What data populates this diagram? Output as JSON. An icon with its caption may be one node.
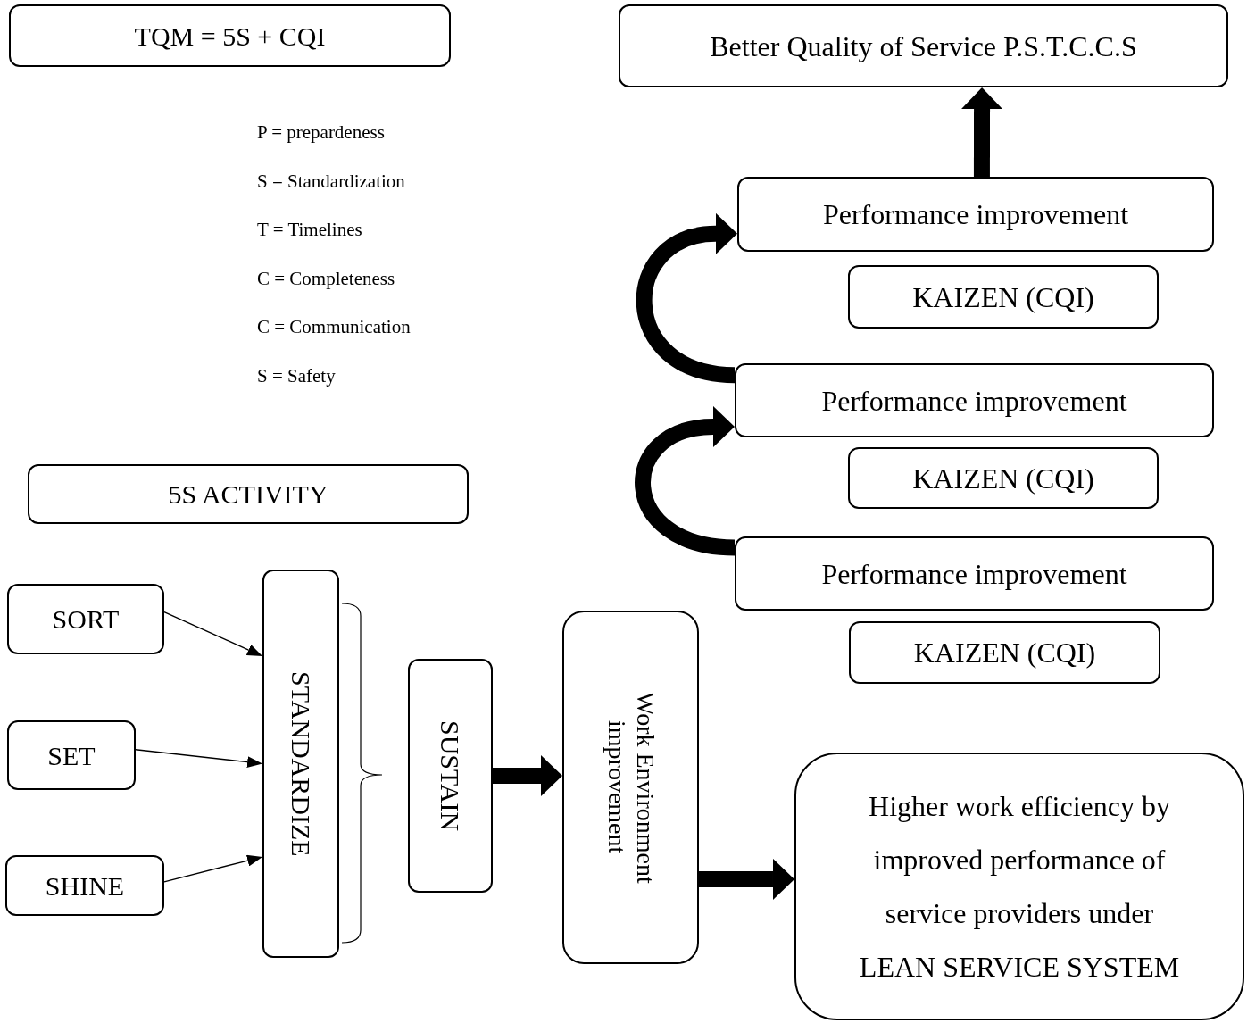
{
  "diagram": {
    "nodes": [
      {
        "text": [
          "TQM = 5S + CQI"
        ]
      },
      {
        "text": [
          "Better Quality of Service P.S.T.C.C.S"
        ]
      },
      {
        "text": [
          "Performance improvement"
        ]
      },
      {
        "text": [
          "KAIZEN (CQI)"
        ]
      },
      {
        "text": [
          "Performance improvement"
        ]
      },
      {
        "text": [
          "KAIZEN (CQI)"
        ]
      },
      {
        "text": [
          "Performance improvement"
        ]
      },
      {
        "text": [
          "KAIZEN (CQI)"
        ]
      },
      {
        "text": [
          "5S ACTIVITY"
        ]
      },
      {
        "text": [
          "SORT"
        ]
      },
      {
        "text": [
          "SET"
        ]
      },
      {
        "text": [
          "SHINE"
        ]
      },
      {
        "text": [
          "STANDARDIZE"
        ]
      },
      {
        "text": [
          "SUSTAIN"
        ]
      },
      {
        "text": [
          "Work Environment improvement"
        ]
      },
      {
        "text": [
          "Higher work efficiency by improved performance of service providers under",
          "LEAN SERVICE SYSTEM"
        ]
      }
    ],
    "edges": [
      {
        "from": 9,
        "to": 12,
        "arrow": "to"
      },
      {
        "from": 10,
        "to": 12,
        "arrow": "to"
      },
      {
        "from": 11,
        "to": 12,
        "arrow": "to"
      },
      {
        "from": 13,
        "to": 14,
        "arrow": "to"
      },
      {
        "from": 14,
        "to": 15,
        "arrow": "to"
      },
      {
        "from": 6,
        "to": 4,
        "arrow": "to"
      },
      {
        "from": 4,
        "to": 2,
        "arrow": "to"
      },
      {
        "from": 2,
        "to": 1,
        "arrow": "to"
      }
    ],
    "labels": [
      "P = prepardeness",
      "S = Standardization",
      "T = Timelines",
      "C = Completeness",
      "C = Communication",
      "S = Safety"
    ]
  }
}
